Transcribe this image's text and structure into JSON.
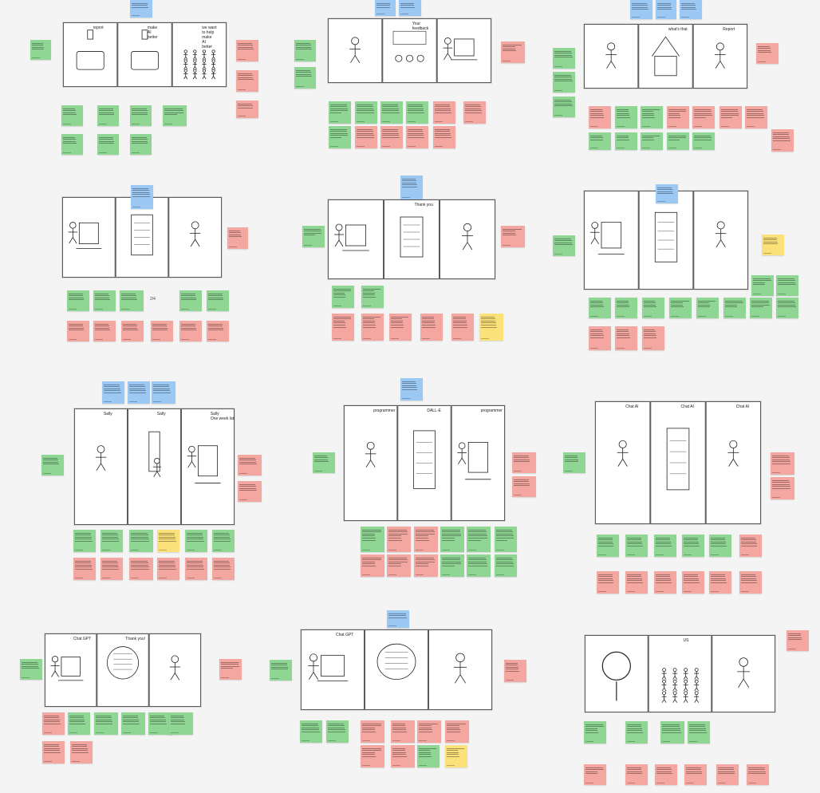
{
  "board": {
    "background": "#f4f4f4",
    "note_colors": {
      "green": "#8fd694",
      "red": "#f4a6a0",
      "blue": "#9cc8f4",
      "yellow": "#fbe17a"
    }
  },
  "storyboards": [
    {
      "id": "sb1",
      "panels": [
        {
          "captions": [
            "report"
          ],
          "icon": "thumbs-down-icon"
        },
        {
          "captions": [
            "make",
            "AI",
            "better"
          ],
          "icon": "thumbs-up-icon"
        },
        {
          "captions": [
            "we want",
            "to help",
            "make",
            "AI",
            "better"
          ],
          "icon": "people-icon"
        }
      ]
    },
    {
      "id": "sb2",
      "panels": [
        {
          "captions": [],
          "icon": "person-icon"
        },
        {
          "captions": [
            "Your",
            "feedback"
          ],
          "icon": "emoji-icon"
        },
        {
          "captions": [],
          "icon": "laptop-icon"
        }
      ]
    },
    {
      "id": "sb3",
      "panels": [
        {
          "captions": [],
          "icon": "person-icon"
        },
        {
          "captions": [
            "what's that"
          ],
          "icon": "house-icon"
        },
        {
          "captions": [
            "Report"
          ],
          "icon": "person-icon"
        }
      ]
    },
    {
      "id": "sb4",
      "panels": [
        {
          "captions": [],
          "icon": "computer-icon"
        },
        {
          "captions": [],
          "icon": "form-icon"
        },
        {
          "captions": [],
          "icon": "person-icon"
        }
      ]
    },
    {
      "id": "sb5",
      "panels": [
        {
          "captions": [],
          "icon": "computer-icon"
        },
        {
          "captions": [
            "Thank you"
          ],
          "icon": "form-icon"
        },
        {
          "captions": [],
          "icon": "person-icon"
        }
      ]
    },
    {
      "id": "sb6",
      "panels": [
        {
          "captions": [],
          "icon": "computer-icon"
        },
        {
          "captions": [],
          "icon": "form-icon"
        },
        {
          "captions": [],
          "icon": "person-icon"
        }
      ]
    },
    {
      "id": "sb7",
      "panels": [
        {
          "captions": [
            "Sally"
          ],
          "icon": "person-icon"
        },
        {
          "captions": [
            "Sally"
          ],
          "icon": "phone-icon"
        },
        {
          "captions": [
            "Sally",
            "One week later"
          ],
          "icon": "computer-icon"
        }
      ]
    },
    {
      "id": "sb8",
      "panels": [
        {
          "captions": [
            "programmer"
          ],
          "icon": "person-icon"
        },
        {
          "captions": [
            "DALL-E"
          ],
          "icon": "form-icon"
        },
        {
          "captions": [
            "programmer"
          ],
          "icon": "computer-icon"
        }
      ]
    },
    {
      "id": "sb9",
      "panels": [
        {
          "captions": [
            "Chat AI"
          ],
          "icon": "person-icon"
        },
        {
          "captions": [
            "Chat AI"
          ],
          "icon": "form-icon"
        },
        {
          "captions": [
            "Chat AI"
          ],
          "icon": "person-icon"
        }
      ]
    },
    {
      "id": "sb10",
      "panels": [
        {
          "captions": [
            "Chat GPT"
          ],
          "icon": "computer-icon"
        },
        {
          "captions": [
            "Thank you!"
          ],
          "icon": "speech-icon"
        },
        {
          "captions": [],
          "icon": "person-icon"
        }
      ]
    },
    {
      "id": "sb11",
      "panels": [
        {
          "captions": [
            "Chat GPT"
          ],
          "icon": "computer-icon"
        },
        {
          "captions": [],
          "icon": "speech-icon"
        },
        {
          "captions": [],
          "icon": "person-icon"
        }
      ]
    },
    {
      "id": "sb12",
      "panels": [
        {
          "captions": [],
          "icon": "tree-icon"
        },
        {
          "captions": [
            "US"
          ],
          "icon": "crowd-icon"
        },
        {
          "captions": [],
          "icon": "person-icon"
        }
      ]
    }
  ],
  "labels": {
    "sb4_side": "2/4"
  }
}
